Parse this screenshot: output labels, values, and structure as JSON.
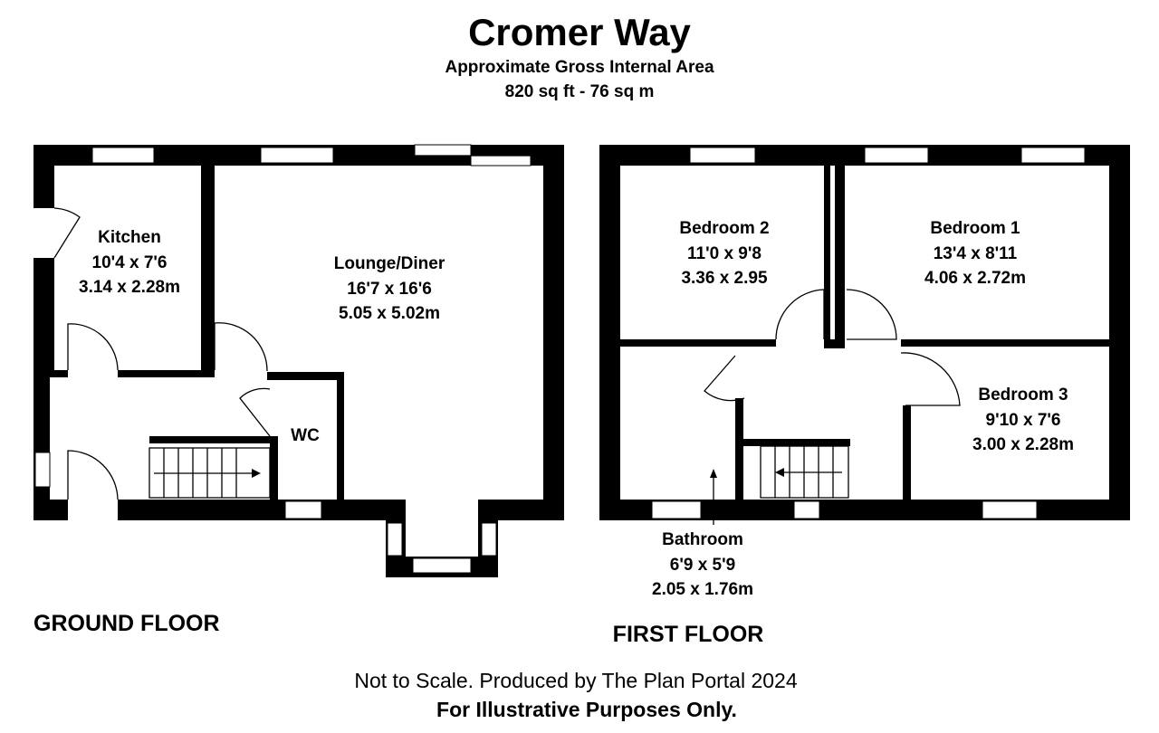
{
  "header": {
    "title": "Cromer Way",
    "subtitle": "Approximate Gross Internal Area",
    "area": "820 sq ft - 76 sq m"
  },
  "ground_floor": {
    "label": "GROUND FLOOR",
    "rooms": {
      "kitchen": {
        "name": "Kitchen",
        "imperial": "10'4 x 7'6",
        "metric": "3.14 x 2.28m"
      },
      "lounge": {
        "name": "Lounge/Diner",
        "imperial": "16'7 x 16'6",
        "metric": "5.05 x 5.02m"
      },
      "wc": {
        "name": "WC"
      }
    }
  },
  "first_floor": {
    "label": "FIRST FLOOR",
    "rooms": {
      "bedroom2": {
        "name": "Bedroom 2",
        "imperial": "11'0 x 9'8",
        "metric": "3.36 x 2.95"
      },
      "bedroom1": {
        "name": "Bedroom 1",
        "imperial": "13'4 x 8'11",
        "metric": "4.06 x 2.72m"
      },
      "bedroom3": {
        "name": "Bedroom 3",
        "imperial": "9'10 x 7'6",
        "metric": "3.00 x 2.28m"
      },
      "bathroom": {
        "name": "Bathroom",
        "imperial": "6'9 x 5'9",
        "metric": "2.05 x 1.76m"
      }
    }
  },
  "footer": {
    "note": "Not to Scale. Produced by The Plan Portal 2024",
    "disclaimer": "For Illustrative Purposes Only."
  }
}
